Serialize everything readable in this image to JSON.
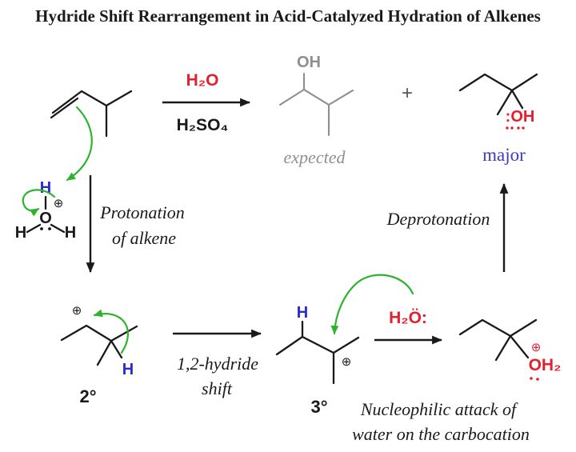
{
  "title": "Hydride Shift Rearrangement in Acid-Catalyzed Hydration of Alkenes",
  "colors": {
    "red": "#e3202c",
    "blue": "#2b2bd0",
    "major_blue": "#3b3bbf",
    "green": "#2db32d",
    "gray": "#8f8f8f",
    "black": "#1a1a1a"
  },
  "reaction": {
    "above": "H₂O",
    "below": "H₂SO₄",
    "plus": "+"
  },
  "products": {
    "expected": {
      "oh": "OH",
      "label": "expected"
    },
    "major": {
      "oh": ":OH",
      "label": "major"
    }
  },
  "steps": {
    "protonation1": "Protonation",
    "protonation2": "of alkene",
    "hydride1": "1,2-hydride",
    "hydride2": "shift",
    "deprotonation": "Deprotonation",
    "nucleophilic1": "Nucleophilic attack of",
    "nucleophilic2": "water on the carbocation"
  },
  "species": {
    "hydronium": {
      "proton": "H",
      "o": "O",
      "hl": "H",
      "hr": "H",
      "charge": "⊕"
    },
    "cation2": {
      "charge": "⊕",
      "h": "H",
      "label": "2°"
    },
    "cation3": {
      "h": "H",
      "charge": "⊕",
      "label": "3°"
    },
    "water": "H₂Ö:",
    "oxonium": {
      "charge": "⊕",
      "oh2": "OH₂"
    }
  }
}
